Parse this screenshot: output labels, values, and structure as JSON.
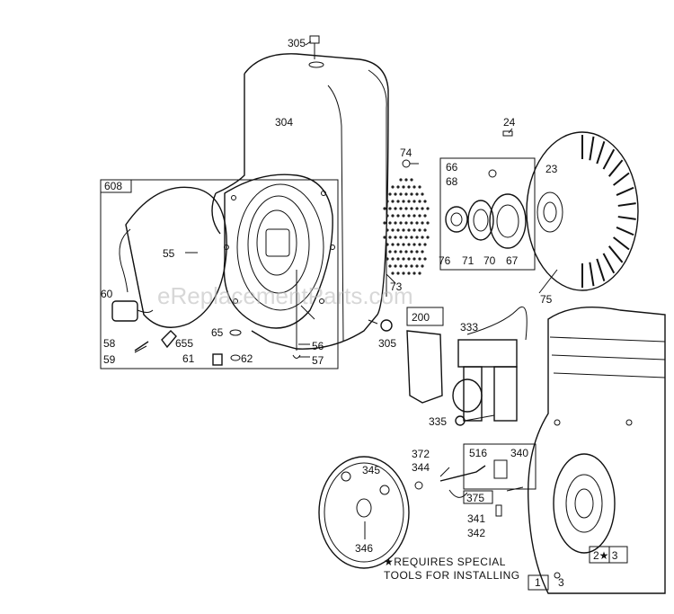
{
  "watermark": "eReplacementParts.com",
  "note": {
    "line1": "★REQUIRES SPECIAL",
    "line2": "TOOLS FOR INSTALLING"
  },
  "callouts": {
    "c305a": "305",
    "c304": "304",
    "c608": "608",
    "c55": "55",
    "c60": "60",
    "c58": "58",
    "c59": "59",
    "c655": "655",
    "c65": "65",
    "c61": "61",
    "c62": "62",
    "c56": "56",
    "c57": "57",
    "c305b": "305",
    "c73": "73",
    "c74": "74",
    "c66": "66",
    "c68": "68",
    "c76": "76",
    "c71": "71",
    "c70": "70",
    "c67": "67",
    "c24": "24",
    "c23": "23",
    "c75": "75",
    "c200": "200",
    "c333": "333",
    "c335": "335",
    "c345": "345",
    "c346": "346",
    "c372": "372",
    "c344": "344",
    "c516": "516",
    "c340": "340",
    "c375": "375",
    "c341": "341",
    "c342": "342",
    "c2star3": "2★ 3",
    "c1": "1",
    "c3": "3"
  }
}
